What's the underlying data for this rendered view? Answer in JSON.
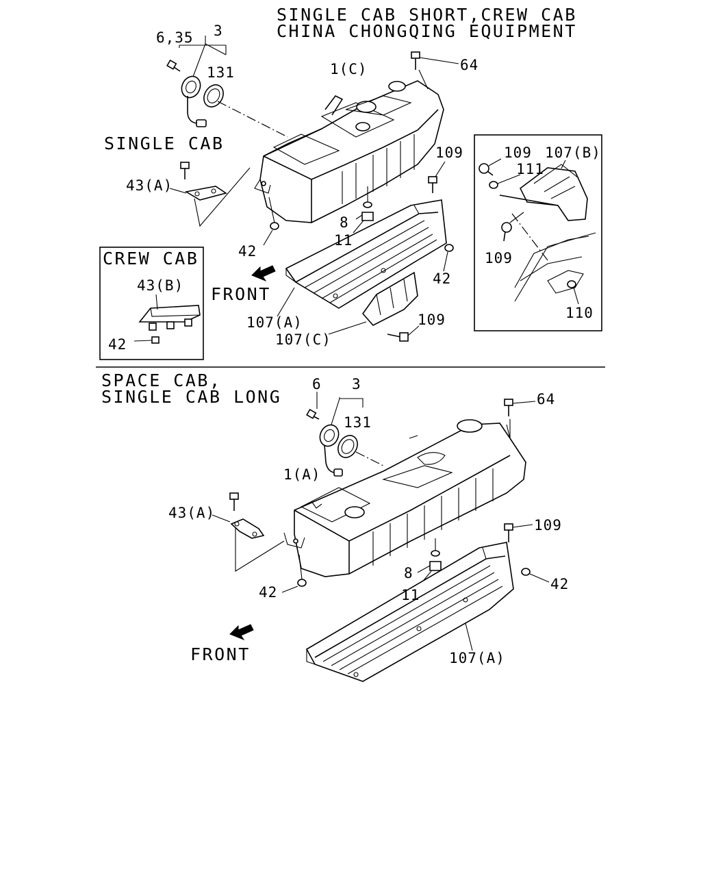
{
  "headers": {
    "top_line1": "SINGLE CAB SHORT,CREW CAB",
    "top_line2": "CHINA CHONGQING EQUIPMENT",
    "single_cab": "SINGLE CAB",
    "crew_cab": "CREW CAB",
    "bottom_line1": "SPACE CAB,",
    "bottom_line2": "SINGLE CAB LONG"
  },
  "top_callouts": {
    "c6_35": "6,35",
    "c3": "3",
    "c131": "131",
    "c1c": "1(C)",
    "c64": "64",
    "c109": "109",
    "c43a": "43(A)",
    "c8": "8",
    "c11": "11",
    "c42_left": "42",
    "c42_right": "42",
    "c107a": "107(A)",
    "c107c": "107(C)",
    "c109_lower": "109",
    "front": "FRONT"
  },
  "crew_callouts": {
    "c43b": "43(B)",
    "c42": "42"
  },
  "detail_callouts": {
    "c109_top": "109",
    "c107b": "107(B)",
    "c111": "111",
    "c109_bottom": "109",
    "c110": "110"
  },
  "bottom_callouts": {
    "c6": "6",
    "c3": "3",
    "c131": "131",
    "c64": "64",
    "c1a": "1(A)",
    "c43a": "43(A)",
    "c109": "109",
    "c8": "8",
    "c11": "11",
    "c42_left": "42",
    "c42_right": "42",
    "c107a": "107(A)",
    "front": "FRONT"
  }
}
